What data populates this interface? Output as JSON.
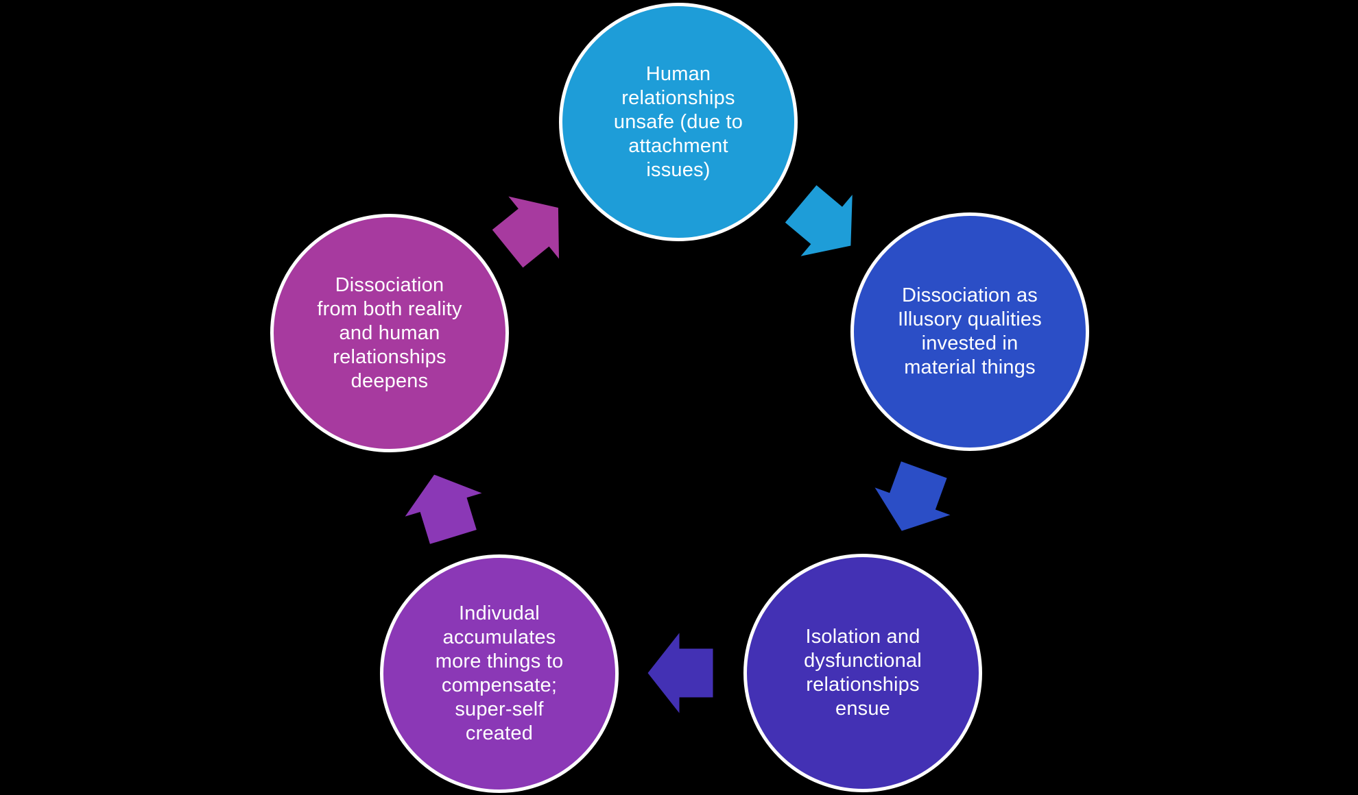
{
  "diagram": {
    "type": "cycle",
    "background_color": "#000000",
    "text_color": "#ffffff",
    "node_border_color": "#ffffff",
    "nodes": [
      {
        "name": "human-relationships-unsafe",
        "label_lines": [
          "Human",
          "relationships",
          "unsafe (due to",
          "attachment",
          "issues)"
        ],
        "label": "Human relationships unsafe (due to attachment issues)",
        "color": "#1E9DD8",
        "position": "top"
      },
      {
        "name": "dissociation-material-things",
        "label_lines": [
          "Dissociation as",
          "Illusory qualities",
          "invested in",
          "material things"
        ],
        "label": "Dissociation as Illusory qualities invested in material things",
        "color": "#2B4EC6",
        "position": "right"
      },
      {
        "name": "isolation-dysfunctional",
        "label_lines": [
          "Isolation and",
          "dysfunctional",
          "relationships",
          "ensue"
        ],
        "label": "Isolation and dysfunctional relationships ensue",
        "color": "#4331B4",
        "position": "bottom-right"
      },
      {
        "name": "individual-accumulates",
        "label_lines": [
          "Indivudal",
          "accumulates",
          "more things to",
          "compensate;",
          "super-self",
          "created"
        ],
        "label": "Indivudal accumulates more things to compensate; super-self created",
        "color": "#8B38B6",
        "position": "bottom-left"
      },
      {
        "name": "dissociation-deepens",
        "label_lines": [
          "Dissociation",
          "from both reality",
          "and human",
          "relationships",
          "deepens"
        ],
        "label": "Dissociation from both reality and human relationships deepens",
        "color": "#A73A9F",
        "position": "left"
      }
    ],
    "arrows": [
      {
        "name": "arrow-unsafe-to-material",
        "color": "#1E9DD8",
        "direction": "down-right"
      },
      {
        "name": "arrow-material-to-isolation",
        "color": "#2B4EC6",
        "direction": "down-left"
      },
      {
        "name": "arrow-isolation-to-accumulate",
        "color": "#4331B4",
        "direction": "left"
      },
      {
        "name": "arrow-accumulate-to-deepens",
        "color": "#8B38B6",
        "direction": "up"
      },
      {
        "name": "arrow-deepens-to-unsafe",
        "color": "#A73A9F",
        "direction": "up-right"
      }
    ]
  }
}
